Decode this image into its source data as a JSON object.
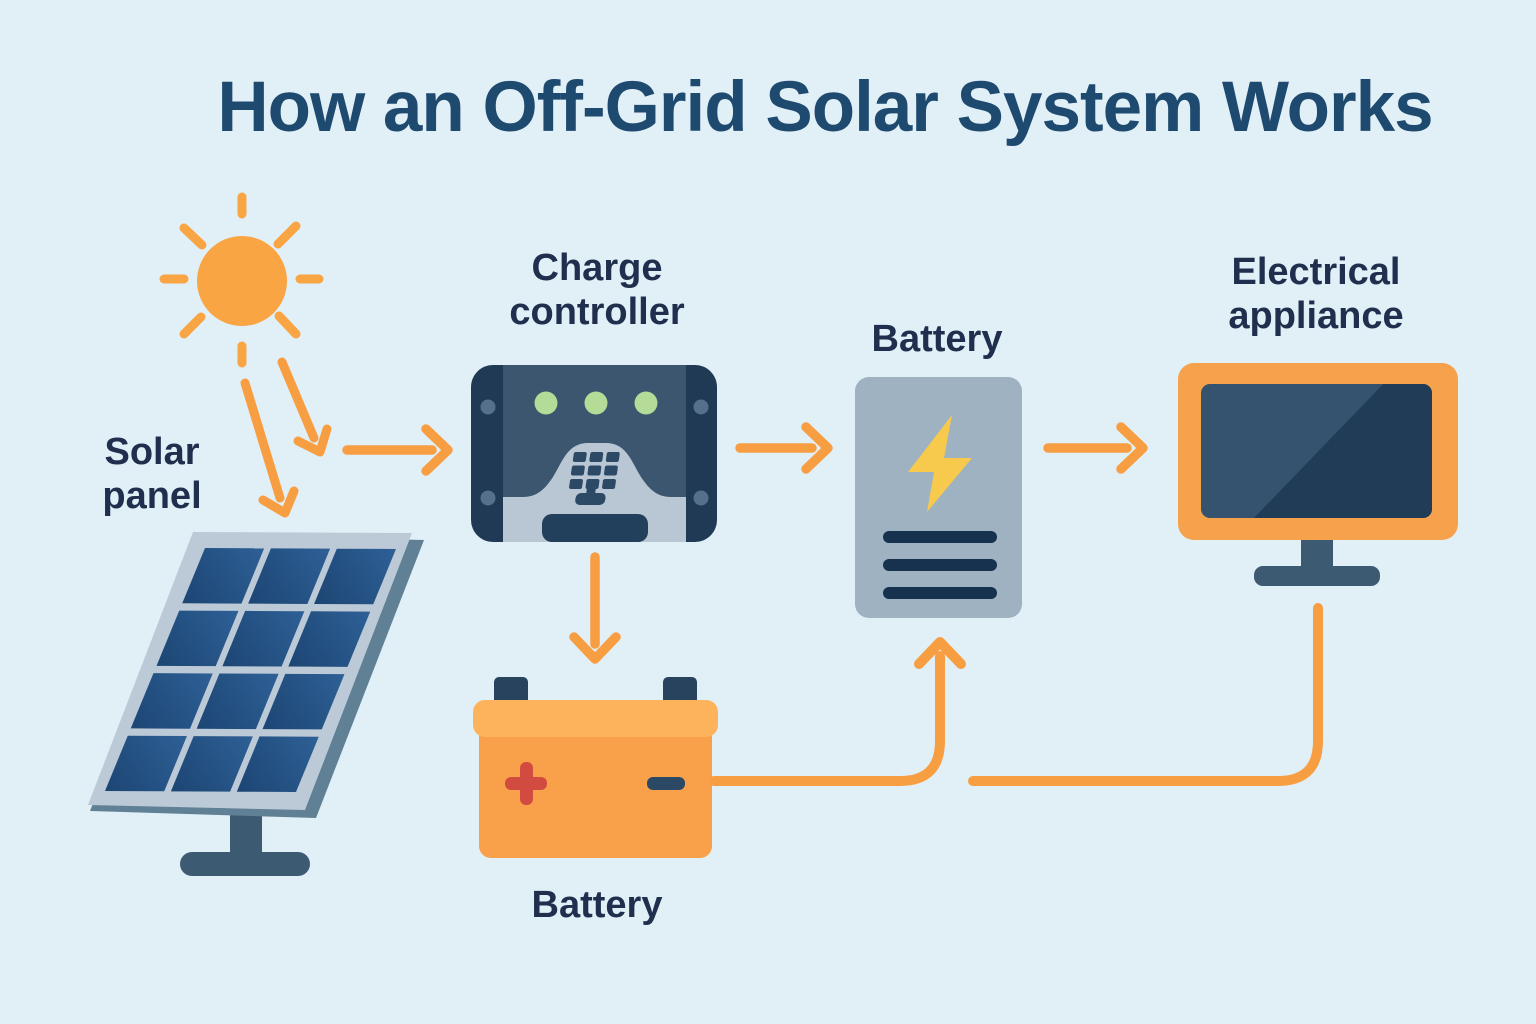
{
  "title": "How an Off-Grid Solar System Works",
  "nodes": {
    "sun": {
      "label": "",
      "icon": "sun-icon"
    },
    "solar_panel": {
      "label": "Solar\npanel",
      "icon": "solar-panel-icon"
    },
    "charge_controller": {
      "label": "Charge\ncontroller",
      "icon": "charge-controller-icon"
    },
    "battery_storage": {
      "label": "Battery",
      "icon": "battery-storage-icon"
    },
    "electrical_appliance": {
      "label": "Electrical\nappliance",
      "icon": "monitor-icon"
    },
    "battery_lead_acid": {
      "label": "Battery",
      "icon": "car-battery-icon"
    }
  },
  "flow": [
    {
      "from": "sun",
      "to": "solar_panel",
      "via": "sunlight-arrows"
    },
    {
      "from": "solar_panel",
      "to": "charge_controller",
      "via": "arrow"
    },
    {
      "from": "charge_controller",
      "to": "battery_storage",
      "via": "arrow"
    },
    {
      "from": "battery_storage",
      "to": "electrical_appliance",
      "via": "arrow"
    },
    {
      "from": "charge_controller",
      "to": "battery_lead_acid",
      "via": "arrow"
    },
    {
      "from": "battery_lead_acid",
      "to": "battery_storage",
      "via": "wire-up-arrow"
    },
    {
      "from": "electrical_appliance",
      "to": "battery_lead_acid",
      "via": "wire"
    }
  ],
  "colors": {
    "background": "#e1eff7",
    "title_navy": "#1e4a70",
    "label_navy": "#212f4e",
    "accent_orange": "#f89e42",
    "sun_orange": "#f9a543",
    "panel_cell_blue": "#1c4573",
    "panel_frame_silver": "#bccad7",
    "panel_edge_steel": "#5f8095",
    "stand_slate": "#3c5a72",
    "controller_dark_navy": "#203a55",
    "controller_panel_navy": "#3c566f",
    "controller_gray": "#b9c7d4",
    "led_green": "#b4db97",
    "battery_gray": "#9eb2c1",
    "bolt_yellow": "#f7c94d",
    "bars_navy": "#16324e",
    "monitor_frame_orange": "#f6a24c",
    "screen_navy_light": "#35536e",
    "screen_navy_dark": "#203c56",
    "battery_body_orange": "#f9a04a",
    "battery_cap_orange": "#fcb35c",
    "terminal_navy": "#28435e",
    "plus_red": "#d24b41"
  }
}
